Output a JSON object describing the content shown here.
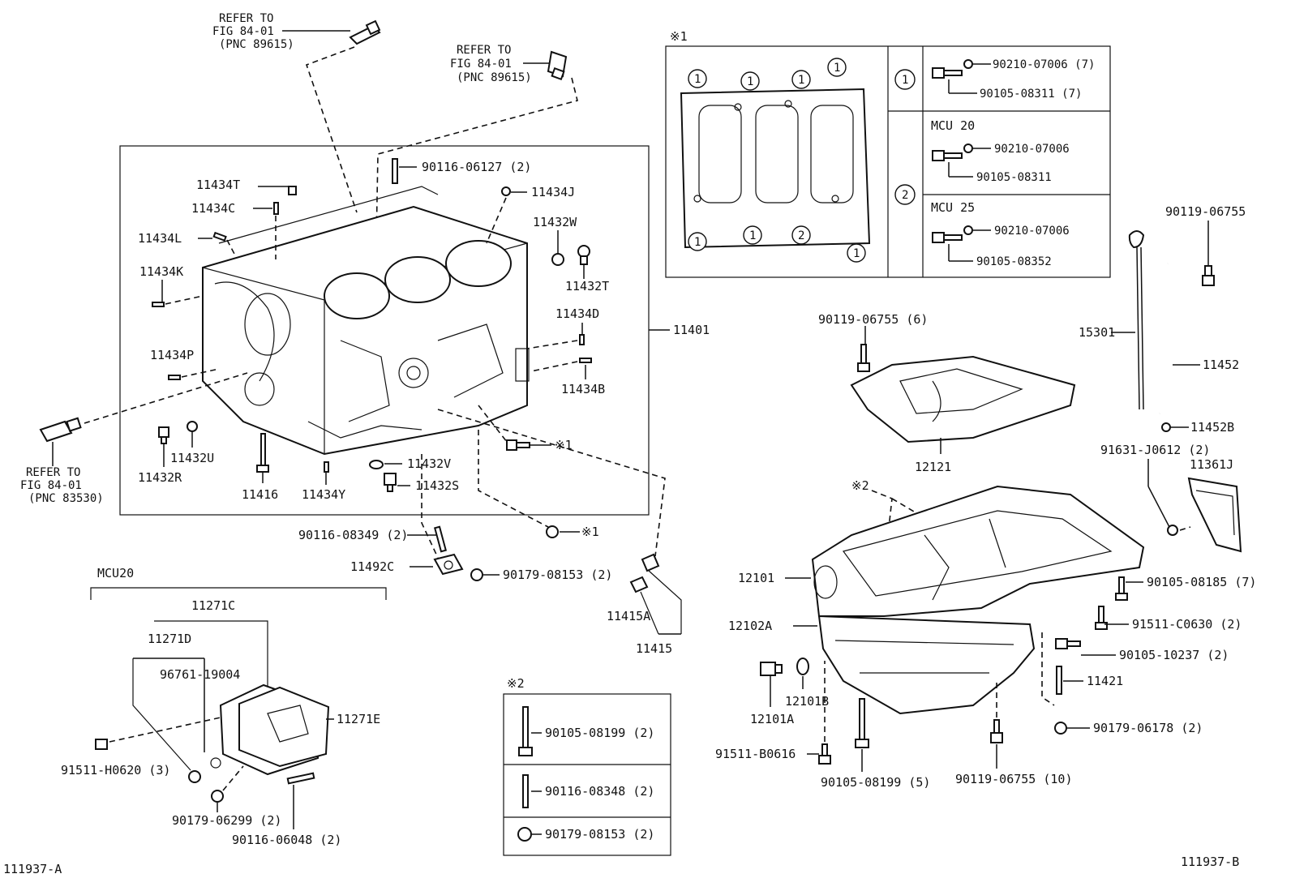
{
  "refs": {
    "fig_a": [
      "REFER TO",
      "FIG 84-01",
      "(PNC 89615)"
    ],
    "fig_b": [
      "REFER TO",
      "FIG 84-01",
      "(PNC 89615)"
    ],
    "fig_c": [
      "REFER TO",
      "FIG 84-01",
      "(PNC 83530)"
    ]
  },
  "block_labels": {
    "p90116_06127": "90116-06127 (2)",
    "p11434T": "11434T",
    "p11434J": "11434J",
    "p11434C": "11434C",
    "p11432W": "11432W",
    "p11434L": "11434L",
    "p11434K": "11434K",
    "p11432T": "11432T",
    "p11434D": "11434D",
    "p11401": "11401",
    "p11434P": "11434P",
    "p11434B": "11434B",
    "p11432U": "11432U",
    "p11432R": "11432R",
    "p11416": "11416",
    "p11434Y": "11434Y",
    "p11432V": "11432V",
    "p11432S": "11432S",
    "star1_a": "※1",
    "star1_b": "※1"
  },
  "lower_center": {
    "p90116_08349": "90116-08349 (2)",
    "p11492C": "11492C",
    "p90179_08153": "90179-08153 (2)",
    "p11415A": "11415A",
    "p11415": "11415"
  },
  "inset1": {
    "title": "※1",
    "row1_num": "1",
    "row1_a": "90210-07006 (7)",
    "row1_b": "90105-08311 (7)",
    "row2_num": "2",
    "mcu20": "MCU 20",
    "mcu20_a": "90210-07006",
    "mcu20_b": "90105-08311",
    "mcu25": "MCU 25",
    "mcu25_a": "90210-07006",
    "mcu25_b": "90105-08352",
    "c1": "1",
    "c2": "1",
    "c3": "1",
    "c4": "1",
    "c5": "1",
    "c6": "1",
    "c7": "2",
    "c8": "1"
  },
  "inset2": {
    "title": "※2",
    "a": "90105-08199 (2)",
    "b": "90116-08348 (2)",
    "c": "90179-08153 (2)"
  },
  "mcu20_group": {
    "title": "MCU20",
    "p11271C": "11271C",
    "p11271D": "11271D",
    "p96761_19004": "96761-19004",
    "p11271E": "11271E",
    "p91511_H0620": "91511-H0620 (3)",
    "p90179_06299": "90179-06299 (2)",
    "p90116_06048": "90116-06048 (2)"
  },
  "right": {
    "p90119_06755_top": "90119-06755",
    "p15301": "15301",
    "p11452": "11452",
    "p11452B": "11452B",
    "p90119_06755_6": "90119-06755 (6)",
    "p12121": "12121",
    "p91631_J0612": "91631-J0612 (2)",
    "p11361J": "11361J",
    "star2": "※2",
    "p12101": "12101",
    "p90105_08185": "90105-08185 (7)",
    "p12102A": "12102A",
    "p91511_C0630": "91511-C0630 (2)",
    "p90105_10237": "90105-10237 (2)",
    "p11421": "11421",
    "p12101B": "12101B",
    "p12101A": "12101A",
    "p90179_06178": "90179-06178 (2)",
    "p91511_B0616": "91511-B0616",
    "p90105_08199_5": "90105-08199 (5)",
    "p90119_06755_10": "90119-06755 (10)"
  },
  "footer": {
    "left": "111937-A",
    "right": "111937-B"
  }
}
